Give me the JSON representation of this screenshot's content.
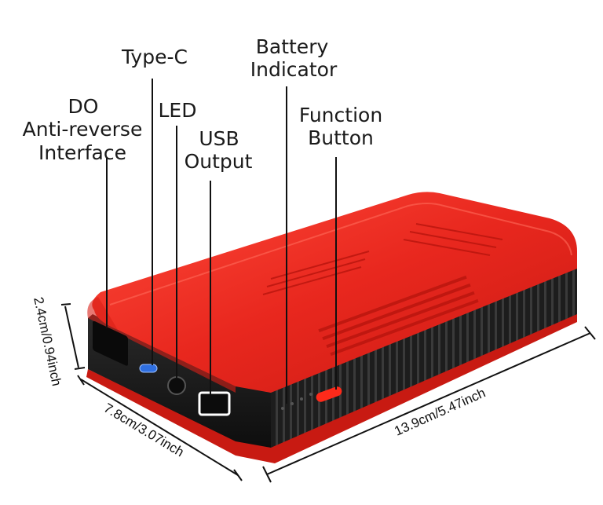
{
  "labels": {
    "do_line1": "DO",
    "do_line2": "Anti-reverse",
    "do_line3": "Interface",
    "type_c": "Type-C",
    "led": "LED",
    "usb_line1": "USB",
    "usb_line2": "Output",
    "battery_line1": "Battery",
    "battery_line2": "Indicator",
    "function_line1": "Function",
    "function_line2": "Button"
  },
  "dimensions": {
    "height": "2.4cm/0.94inch",
    "width": "7.8cm/3.07inch",
    "length": "13.9cm/5.47inch"
  },
  "colors": {
    "body_red": "#e8271e",
    "dark_red": "#b51510",
    "black_side": "#1e1e1e",
    "type_c_blue": "#2f6fe0",
    "function_button": "#ff2a1a"
  },
  "icons": [
    "type-c-port-icon",
    "led-light-icon",
    "usb-port-icon",
    "battery-indicator-dots-icon",
    "function-button-icon"
  ]
}
